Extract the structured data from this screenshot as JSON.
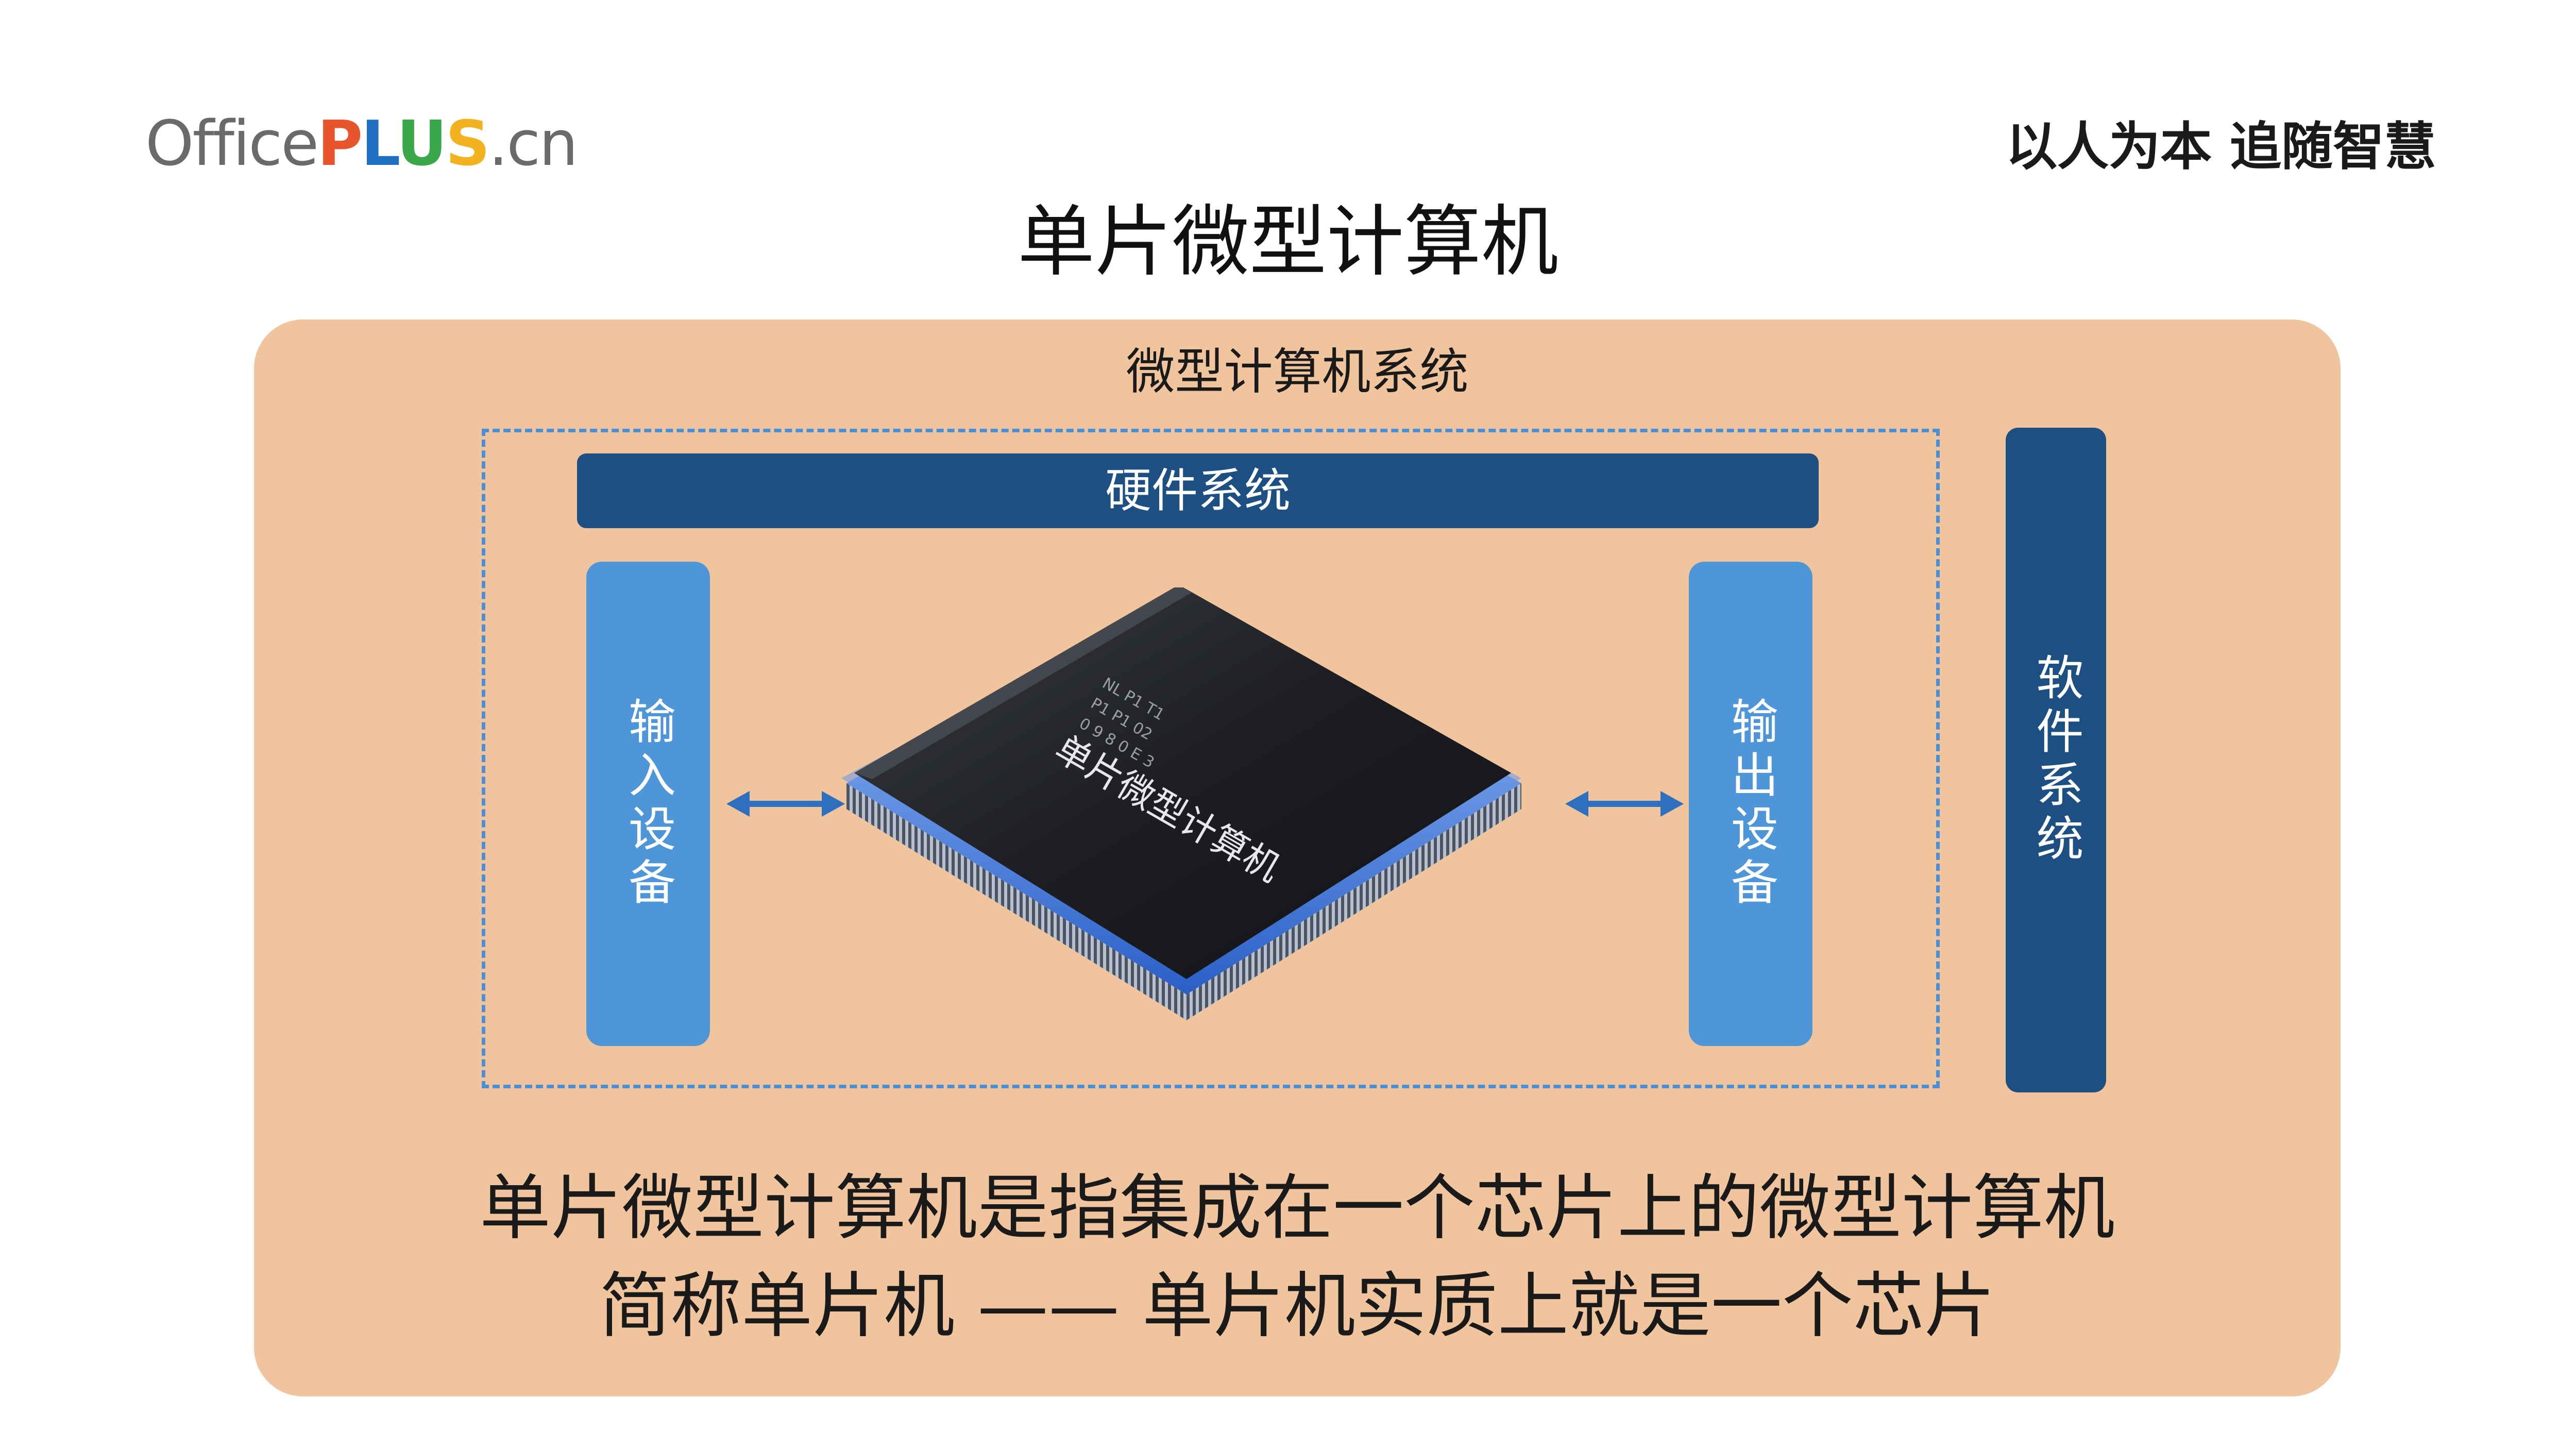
{
  "header": {
    "logo": {
      "office": "Office",
      "p": "P",
      "l": "L",
      "u": "U",
      "s": "S",
      "cn": ".cn"
    },
    "slogan": "以人为本 追随智慧"
  },
  "title": "单片微型计算机",
  "diagram": {
    "system_title": "微型计算机系统",
    "hardware": "硬件系统",
    "input_device": "输入设备",
    "output_device": "输出设备",
    "software": "软件系统",
    "chip_label": "单片微型计算机"
  },
  "description": {
    "line1": "单片微型计算机是指集成在一个芯片上的微型计算机",
    "line2": "简称单片机 —— 单片机实质上就是一个芯片"
  },
  "colors": {
    "panel": "#f0c49d",
    "dark_blue": "#1d4f82",
    "light_blue": "#4f96d9",
    "dashed": "#4a90d6"
  },
  "icons": {
    "arrow": "double-arrow-icon",
    "chip": "chip-image"
  }
}
